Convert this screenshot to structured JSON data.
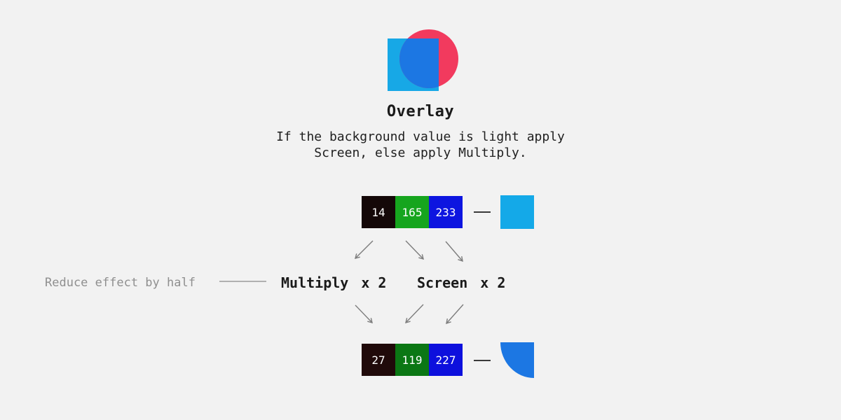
{
  "page": {
    "background": "#f2f2f2"
  },
  "header": {
    "title": "Overlay",
    "description_line1": "If the background value is light apply",
    "description_line2": "Screen, else apply Multiply."
  },
  "logo": {
    "square_color": "#17a8e6",
    "circle_color": "#f23a5e",
    "overlap_color": "#1c77e3"
  },
  "input_row": {
    "r": "14",
    "g": "165",
    "b": "233",
    "r_bg": "#140808",
    "g_bg": "#16a51e",
    "b_bg": "#0d15e0",
    "swatch": "#14a9e8"
  },
  "operations": {
    "multiply_label": "Multiply",
    "multiply_factor": "x 2",
    "screen_label": "Screen",
    "screen_factor": "x 2",
    "annotation": "Reduce effect by half"
  },
  "output_row": {
    "r": "27",
    "g": "119",
    "b": "227",
    "r_bg": "#200a0a",
    "g_bg": "#0b7714",
    "b_bg": "#0d10dd",
    "swatch": "#1c77e3"
  }
}
